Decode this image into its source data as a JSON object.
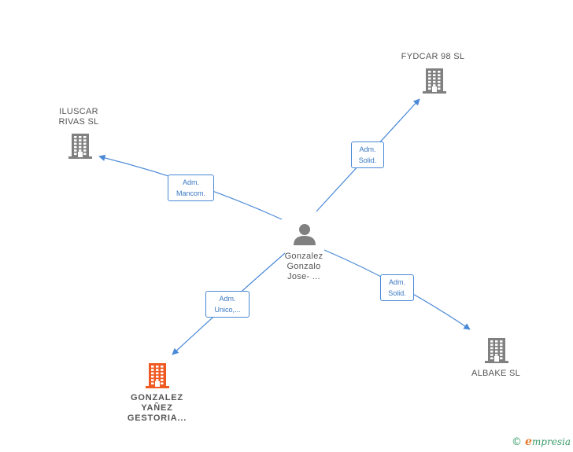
{
  "colors": {
    "edge": "#4a89d6",
    "building": "#808080",
    "focus_building": "#f05a22",
    "person": "#808080"
  },
  "center": {
    "label": "Gonzalez\nGonzalo\nJose- ...",
    "icon": "person-icon"
  },
  "nodes": [
    {
      "id": "fydcar",
      "label": "FYDCAR 98  SL",
      "icon": "building-icon"
    },
    {
      "id": "iluscar",
      "label": "ILUSCAR\nRIVAS  SL",
      "icon": "building-icon"
    },
    {
      "id": "albake",
      "label": "ALBAKE  SL",
      "icon": "building-icon"
    },
    {
      "id": "gonzalez",
      "label": "GONZALEZ\nYAÑEZ\nGESTORIA...",
      "icon": "building-icon"
    }
  ],
  "edges": [
    {
      "to": "fydcar",
      "label": "Adm.\nSolid."
    },
    {
      "to": "iluscar",
      "label": "Adm.\nMancom."
    },
    {
      "to": "albake",
      "label": "Adm.\nSolid."
    },
    {
      "to": "gonzalez",
      "label": "Adm.\nUnico,..."
    }
  ],
  "brand": {
    "copyright": "©",
    "name_first": "e",
    "name_rest": "mpresia"
  }
}
